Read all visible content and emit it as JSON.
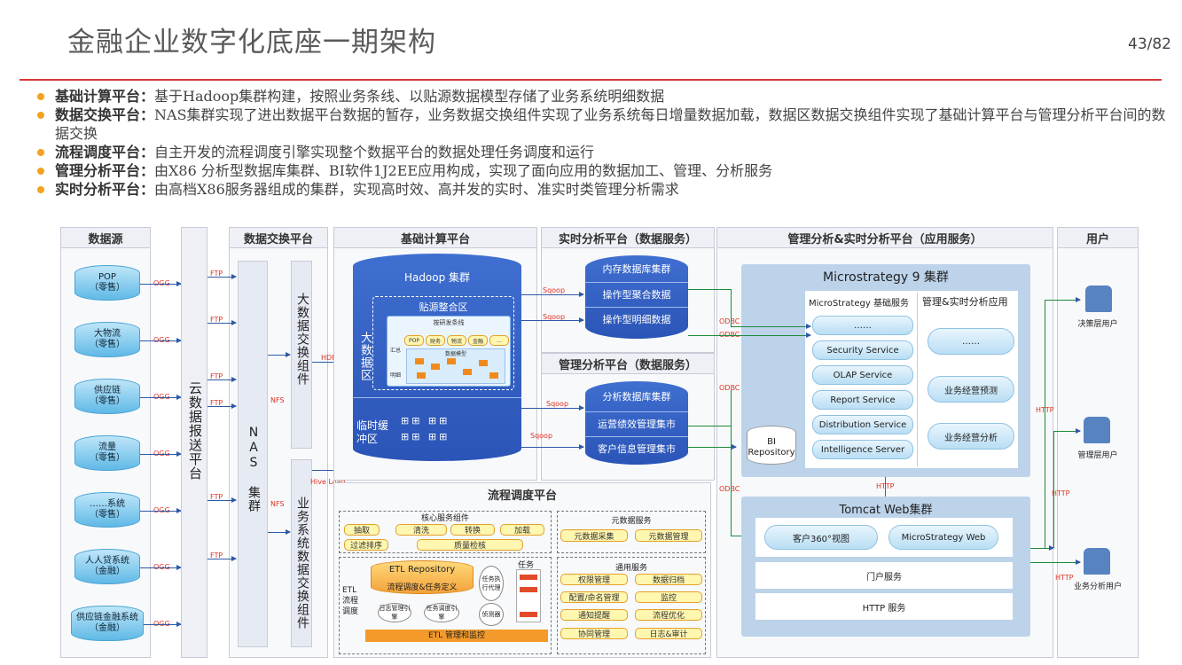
{
  "title": "金融企业数字化底座一期架构",
  "page": "43/82",
  "bullets": [
    {
      "key": "基础计算平台：",
      "text": "基于Hadoop集群构建，按照业务条线、以贴源数据模型存储了业务系统明细数据"
    },
    {
      "key": "数据交换平台：",
      "text": "NAS集群实现了进出数据平台数据的暂存，业务数据交换组件实现了业务系统每日增量数据加载，数据区数据交换组件实现了基础计算平台与管理分析平台间的数据交换"
    },
    {
      "key": "流程调度平台：",
      "text": "自主开发的流程调度引擎实现整个数据平台的数据处理任务调度和运行"
    },
    {
      "key": "管理分析平台：",
      "text": "由X86 分析型数据库集群、BI软件1J2EE应用构成，实现了面向应用的数据加工、管理、分析服务"
    },
    {
      "key": "实时分析平台：",
      "text": "由高档X86服务器组成的集群，实现高时效、高并发的实时、准实时类管理分析需求"
    }
  ],
  "headers": {
    "source": "数据源",
    "exchange": "数据交换平台",
    "compute": "基础计算平台",
    "realtime": "实时分析平台（数据服务）",
    "mgmt_data": "管理分析平台（数据服务）",
    "apps": "管理分析&实时分析平台（应用服务）",
    "users": "用户",
    "scheduler": "流程调度平台"
  },
  "sources": [
    {
      "name": "POP",
      "sub": "（零售）"
    },
    {
      "name": "大物流",
      "sub": "（零售）"
    },
    {
      "name": "供应链",
      "sub": "（零售）"
    },
    {
      "name": "流量",
      "sub": "（零售）"
    },
    {
      "name": "……系统",
      "sub": "（零售）"
    },
    {
      "name": "人人贷系统",
      "sub": "（金融）"
    },
    {
      "name": "供应链金融系统",
      "sub": "（金融）"
    }
  ],
  "labels": {
    "ogg": "OGG",
    "ftp": "FTP",
    "nfs": "NFS",
    "hdfs": "HDFS",
    "sqoop": "Sqoop",
    "odbc": "ODBC",
    "http": "HTTP",
    "hive_load": "Hive Load"
  },
  "exchange": {
    "cloud": "云数据报送平台",
    "nas": "NAS 集群",
    "bigdata_exch": "大数据交换组件",
    "biz_exch": "业务系统数据交换组件"
  },
  "hadoop": {
    "cluster": "Hadoop 集群",
    "zone": "贴源整合区",
    "big_area": "大数据区",
    "temp": "临时缓冲区",
    "research": "按研发条线",
    "tabs": [
      "POP",
      "财务",
      "物流",
      "金融",
      "..."
    ],
    "model": "数据模型",
    "left1": "汇总",
    "left2": "明细"
  },
  "realtime": {
    "cluster": "内存数据库集群",
    "agg": "操作型聚合数据",
    "detail": "操作型明细数据"
  },
  "mgmtdata": {
    "cluster": "分析数据库集群",
    "ops": "运营绩效管理集市",
    "cust": "客户信息管理集市"
  },
  "microstrategy": {
    "title": "Microstrategy 9 集群",
    "base": "MicroStrategy 基础服务",
    "mgmt": "管理&实时分析应用",
    "services": [
      "……",
      "Security Service",
      "OLAP Service",
      "Report Service",
      "Distribution Service",
      "Intelligence Server"
    ],
    "apps": [
      "……",
      "业务经营预测",
      "业务经营分析"
    ],
    "bi1": "BI",
    "bi2": "Repository"
  },
  "tomcat": {
    "title": "Tomcat Web集群",
    "view360": "客户360°视图",
    "msweb": "MicroStrategy Web",
    "portal": "门户服务",
    "http": "HTTP 服务"
  },
  "users": {
    "decision": "决策层用户",
    "manager": "管理层用户",
    "analyst": "业务分析用户"
  },
  "sched": {
    "core": "核心服务组件",
    "extract": "抽取",
    "clean": "清洗",
    "transform": "转换",
    "load": "加载",
    "filter": "过滤排序",
    "quality": "质量检核",
    "meta": "元数据服务",
    "meta_collect": "元数据采集",
    "meta_mgmt": "元数据管理",
    "etl_repo": "ETL Repository",
    "etl_def": "流程调度&任务定义",
    "etl": "ETL",
    "etl2": "流程",
    "etl3": "调度",
    "log": "日志管理引擎",
    "task_sched": "任务调度引擎",
    "task_exec": "任务执行代理",
    "monitor": "侦测器",
    "task": "任务",
    "etl_mgmt": "ETL 管理和监控",
    "common": "通用服务",
    "common_items": [
      "权限管理",
      "数据归档",
      "配置/命名管理",
      "监控",
      "通知提醒",
      "流程优化",
      "协同管理",
      "日志&审计"
    ]
  },
  "colors": {
    "accent": "#d9383a",
    "bullet": "#f4a21d",
    "blue": "#2d5aa5",
    "link": "#1e8a3a"
  }
}
